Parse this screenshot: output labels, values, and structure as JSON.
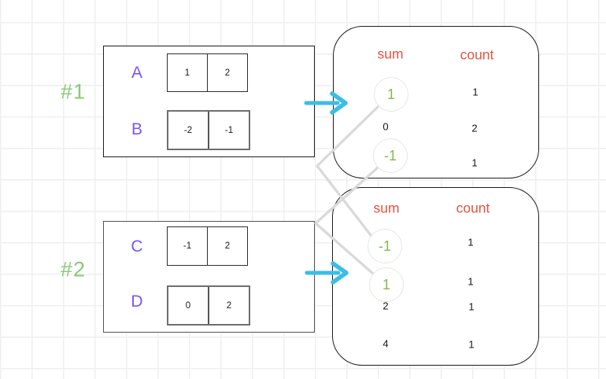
{
  "colors": {
    "purple": "#7c55f6",
    "green": "#84b955",
    "label_green": "#8bc878",
    "orange": "#e2543e",
    "cyan": "#3cbde6",
    "connector": "#d9d9d9",
    "ink": "#1d1d1d",
    "grid_line": "#efefef"
  },
  "groups": [
    {
      "id": "#1",
      "rows": [
        {
          "label": "A",
          "cells": [
            "1",
            "2"
          ]
        },
        {
          "label": "B",
          "cells": [
            "-2",
            "-1"
          ]
        }
      ]
    },
    {
      "id": "#2",
      "rows": [
        {
          "label": "C",
          "cells": [
            "-1",
            "2"
          ]
        },
        {
          "label": "D",
          "cells": [
            "0",
            "2"
          ]
        }
      ]
    }
  ],
  "result_tables": [
    {
      "sum_header": "sum",
      "count_header": "count",
      "rows": [
        {
          "sum": "1",
          "count": "1",
          "highlighted": true
        },
        {
          "sum": "0",
          "count": "2",
          "highlighted": false
        },
        {
          "sum": "-1",
          "count": "1",
          "highlighted": true
        }
      ]
    },
    {
      "sum_header": "sum",
      "count_header": "count",
      "rows": [
        {
          "sum": "-1",
          "count": "1",
          "highlighted": true
        },
        {
          "sum": "1",
          "count": "1",
          "highlighted": true
        },
        {
          "sum": "2",
          "count": "1",
          "highlighted": false
        },
        {
          "sum": "4",
          "count": "1",
          "highlighted": false
        }
      ]
    }
  ]
}
